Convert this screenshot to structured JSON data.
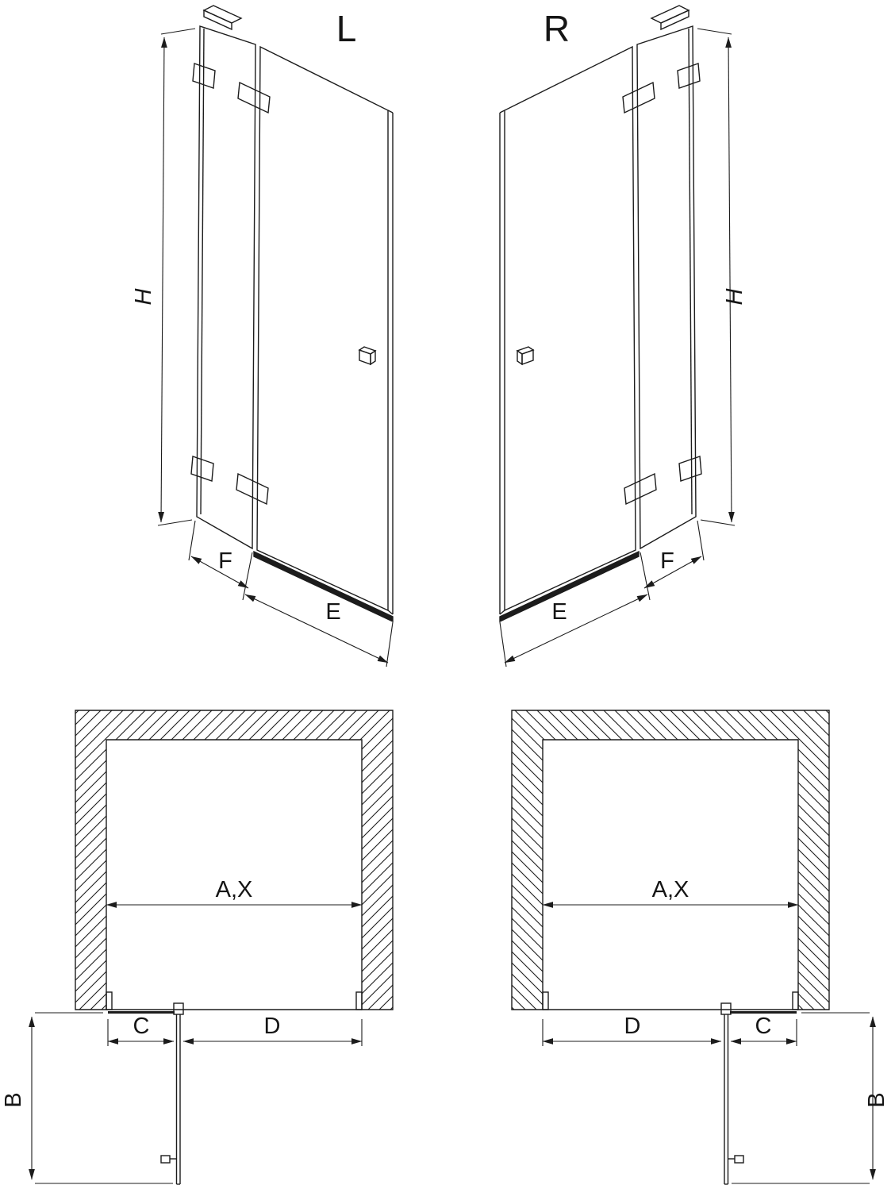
{
  "colors": {
    "line": "#1c1c1c",
    "background": "#ffffff"
  },
  "perspective_views": {
    "left": {
      "variant": "L",
      "height": "H",
      "fixed_width": "F",
      "door_width": "E"
    },
    "right": {
      "variant": "R",
      "height": "H",
      "fixed_width": "F",
      "door_width": "E"
    }
  },
  "plan_views": {
    "left": {
      "overall_width": "A,X",
      "fixed_segment": "C",
      "door_segment": "D",
      "door_swing_depth": "B"
    },
    "right": {
      "overall_width": "A,X",
      "fixed_segment": "C",
      "door_segment": "D",
      "door_swing_depth": "B"
    }
  }
}
